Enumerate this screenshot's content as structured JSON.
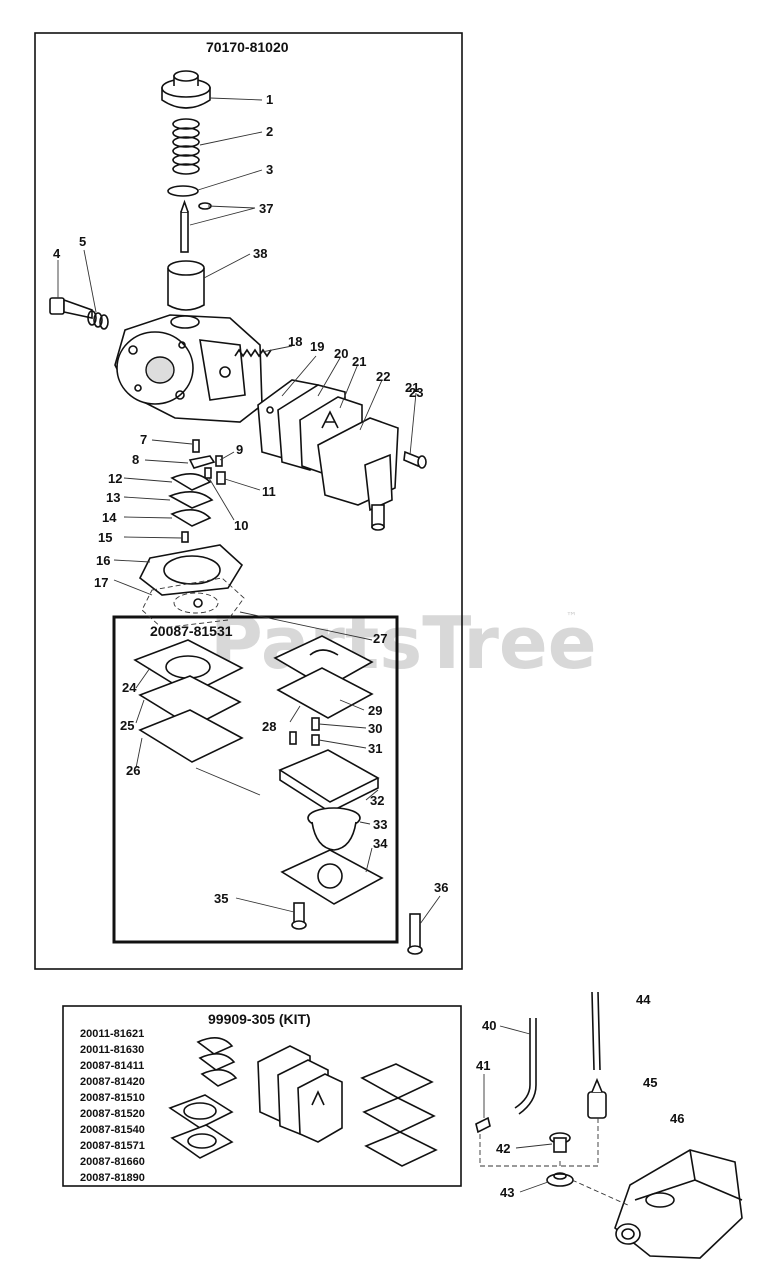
{
  "watermark": {
    "text": "PartsTree",
    "trademark": "™"
  },
  "main_assembly": {
    "part_number": "70170-81020"
  },
  "gasket_kit": {
    "part_number": "20087-81531"
  },
  "repair_kit": {
    "title": "99909-305 (KIT)",
    "part_numbers": [
      "20011-81621",
      "20011-81630",
      "20087-81411",
      "20087-81420",
      "20087-81510",
      "20087-81520",
      "20087-81540",
      "20087-81571",
      "20087-81660",
      "20087-81890"
    ]
  },
  "callouts": [
    "1",
    "2",
    "3",
    "4",
    "5",
    "7",
    "8",
    "9",
    "10",
    "11",
    "12",
    "13",
    "14",
    "15",
    "16",
    "17",
    "18",
    "19",
    "20",
    "21",
    "22",
    "21",
    "23",
    "24",
    "25",
    "26",
    "27",
    "28",
    "29",
    "30",
    "31",
    "32",
    "33",
    "34",
    "35",
    "36",
    "37",
    "38",
    "40",
    "41",
    "42",
    "43",
    "44",
    "45",
    "46"
  ]
}
